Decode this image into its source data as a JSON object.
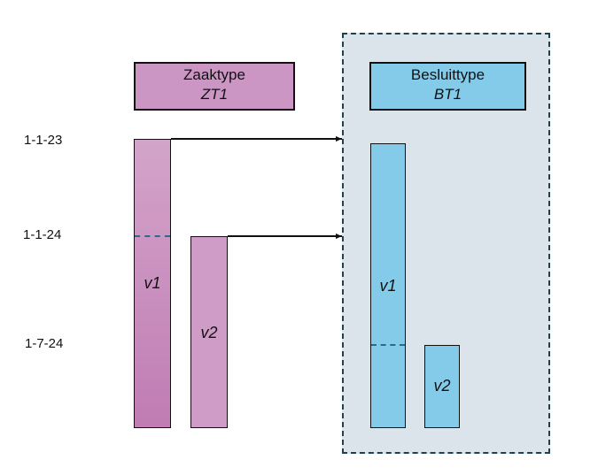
{
  "dates": [
    "1-1-23",
    "1-1-24",
    "1-7-24"
  ],
  "zaaktype": {
    "title": "Zaaktype",
    "code": "ZT1",
    "versions": [
      {
        "label": "v1",
        "from": "1-1-23"
      },
      {
        "label": "v2",
        "from": "1-1-24"
      }
    ]
  },
  "besluittype": {
    "title": "Besluittype",
    "code": "BT1",
    "versions": [
      {
        "label": "v1",
        "from": "1-1-23"
      },
      {
        "label": "v2",
        "from": "1-7-24"
      }
    ]
  },
  "colors": {
    "zaaktype": "#cc96c4",
    "besluittype": "#84cbea",
    "group_background": "#dae4ea",
    "group_border": "#1f3f52",
    "version_divider": "#2a6a8c"
  }
}
